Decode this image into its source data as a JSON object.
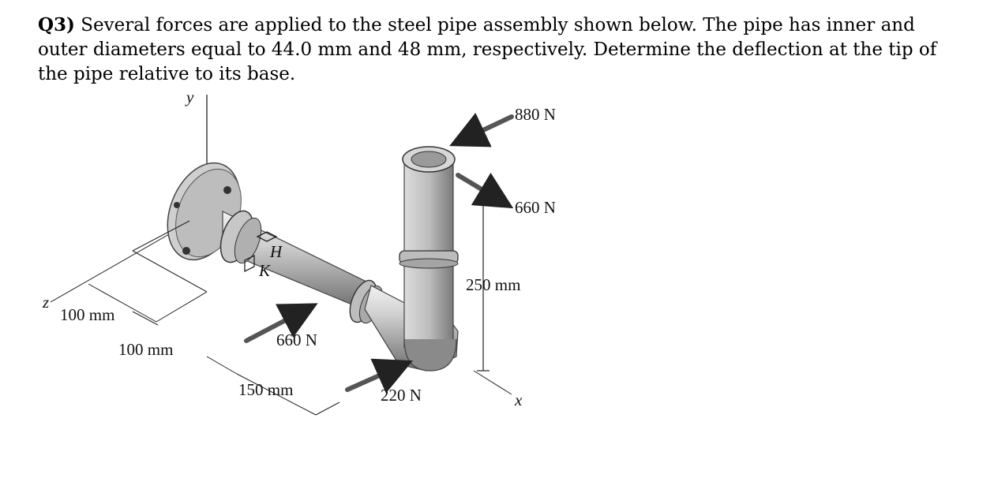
{
  "question": {
    "number": "Q3)",
    "text": "Several forces are applied to the steel pipe assembly shown below. The pipe has inner and outer diameters equal to 44.0 mm and 48 mm, respectively. Determine the deflection at the tip of the pipe relative to its base."
  },
  "figure": {
    "axis_y": "y",
    "axis_z": "z",
    "axis_x": "x",
    "point_h": "H",
    "point_k": "K",
    "force_top_x": "880 N",
    "force_top_z": "660 N",
    "force_mid": "660 N",
    "force_bottom": "220 N",
    "dim_vertical": "250 mm",
    "dim_z": "100 mm",
    "dim_x": "100 mm",
    "dim_150": "150 mm"
  }
}
